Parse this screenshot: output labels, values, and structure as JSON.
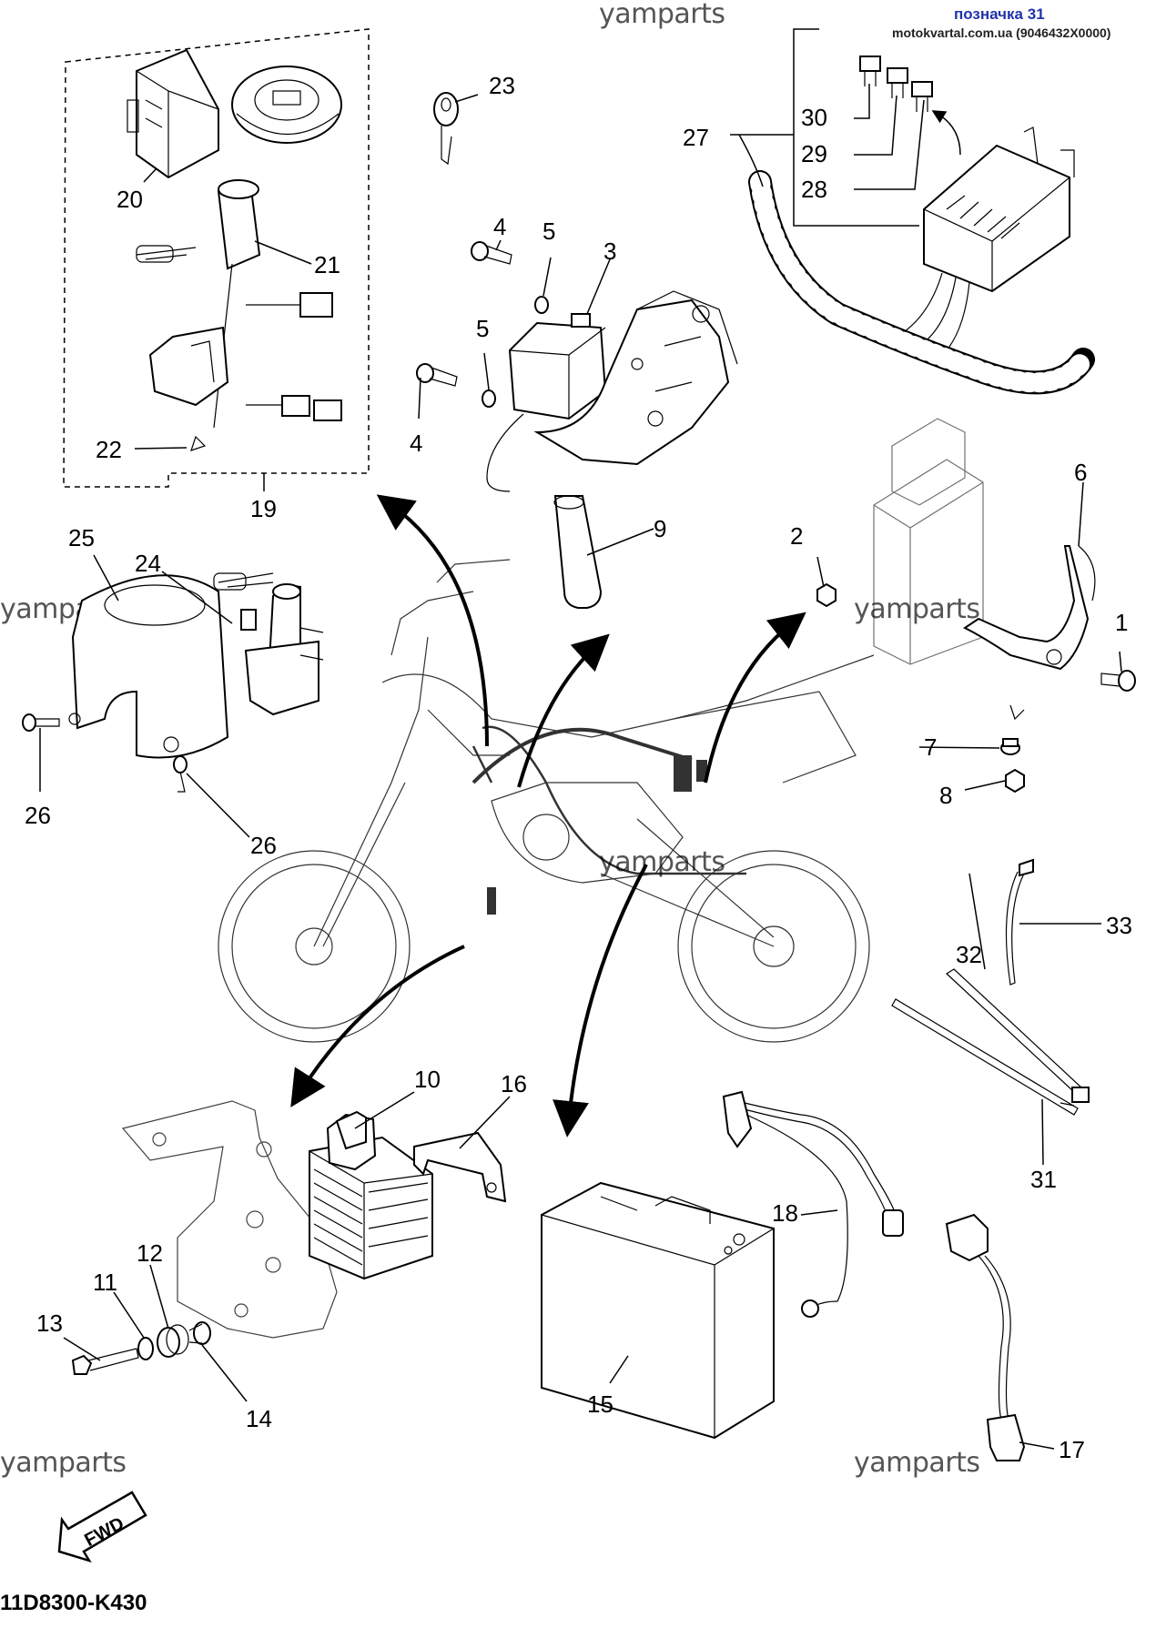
{
  "header": {
    "title": "позначка 31",
    "source": "motokvartal.com.ua (9046432X0000)"
  },
  "watermarks": [
    "yamparts",
    "yamparts",
    "yamparts",
    "yamparts",
    "yamparts",
    "yamparts"
  ],
  "diagram_code": "11D8300-K430",
  "fwd_label": "FWD",
  "callouts": [
    "1",
    "2",
    "3",
    "4",
    "4",
    "5",
    "5",
    "6",
    "7",
    "8",
    "9",
    "10",
    "11",
    "12",
    "13",
    "14",
    "15",
    "16",
    "17",
    "18",
    "19",
    "20",
    "21",
    "22",
    "23",
    "24",
    "25",
    "26",
    "26",
    "27",
    "28",
    "29",
    "30",
    "31",
    "32",
    "33"
  ]
}
